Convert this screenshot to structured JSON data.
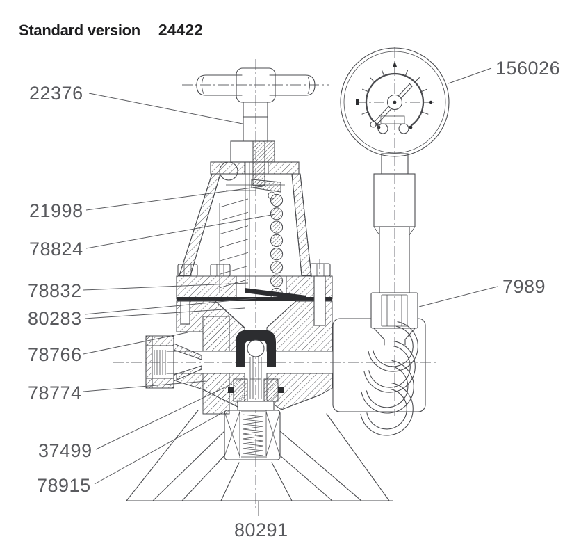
{
  "header": {
    "title": "Standard version",
    "model_number": "24422"
  },
  "diagram": {
    "part_labels": {
      "p22376": "22376",
      "p21998": "21998",
      "p78824": "78824",
      "p78832": "78832",
      "p80283": "80283",
      "p78766": "78766",
      "p78774": "78774",
      "p37499": "37499",
      "p78915": "78915",
      "p80291": "80291",
      "p156026": "156026",
      "p7989": "7989"
    },
    "colors": {
      "line": "#4a4b4f",
      "label_text": "#595a5e",
      "header_text": "#1d1d1f",
      "background": "#ffffff"
    }
  }
}
